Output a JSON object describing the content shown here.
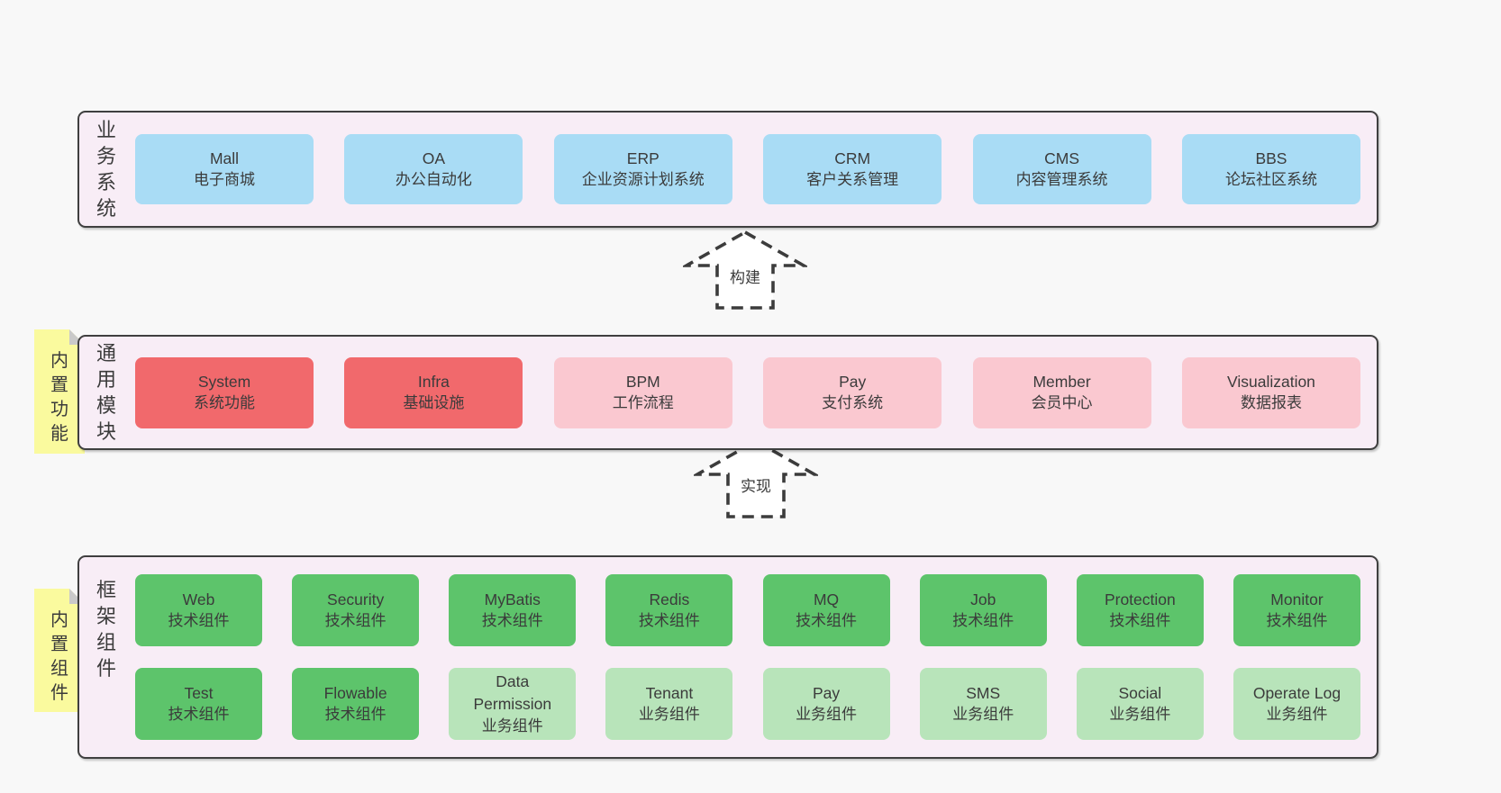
{
  "arrows": [
    {
      "label": "构建"
    },
    {
      "label": "实现"
    }
  ],
  "layers": [
    {
      "name": "business-systems",
      "side_label": "业务系统",
      "rows": [
        [
          {
            "title": "Mall",
            "subtitle": "电子商城",
            "variant": "blue"
          },
          {
            "title": "OA",
            "subtitle": "办公自动化",
            "variant": "blue"
          },
          {
            "title": "ERP",
            "subtitle": "企业资源计划系统",
            "variant": "blue"
          },
          {
            "title": "CRM",
            "subtitle": "客户关系管理",
            "variant": "blue"
          },
          {
            "title": "CMS",
            "subtitle": "内容管理系统",
            "variant": "blue"
          },
          {
            "title": "BBS",
            "subtitle": "论坛社区系统",
            "variant": "blue"
          }
        ]
      ]
    },
    {
      "name": "common-modules",
      "side_label": "通用模块",
      "tab_label": "内置功能",
      "rows": [
        [
          {
            "title": "System",
            "subtitle": "系统功能",
            "variant": "red"
          },
          {
            "title": "Infra",
            "subtitle": "基础设施",
            "variant": "red"
          },
          {
            "title": "BPM",
            "subtitle": "工作流程",
            "variant": "pink"
          },
          {
            "title": "Pay",
            "subtitle": "支付系统",
            "variant": "pink"
          },
          {
            "title": "Member",
            "subtitle": "会员中心",
            "variant": "pink"
          },
          {
            "title": "Visualization",
            "subtitle": "数据报表",
            "variant": "pink"
          }
        ]
      ]
    },
    {
      "name": "framework-components",
      "side_label": "框架组件",
      "tab_label": "内置组件",
      "rows": [
        [
          {
            "title": "Web",
            "subtitle": "技术组件",
            "variant": "green"
          },
          {
            "title": "Security",
            "subtitle": "技术组件",
            "variant": "green"
          },
          {
            "title": "MyBatis",
            "subtitle": "技术组件",
            "variant": "green"
          },
          {
            "title": "Redis",
            "subtitle": "技术组件",
            "variant": "green"
          },
          {
            "title": "MQ",
            "subtitle": "技术组件",
            "variant": "green"
          },
          {
            "title": "Job",
            "subtitle": "技术组件",
            "variant": "green"
          },
          {
            "title": "Protection",
            "subtitle": "技术组件",
            "variant": "green"
          },
          {
            "title": "Monitor",
            "subtitle": "技术组件",
            "variant": "green"
          }
        ],
        [
          {
            "title": "Test",
            "subtitle": "技术组件",
            "variant": "green"
          },
          {
            "title": "Flowable",
            "subtitle": "技术组件",
            "variant": "green"
          },
          {
            "title": "Data Permission",
            "subtitle": "业务组件",
            "variant": "green_light"
          },
          {
            "title": "Tenant",
            "subtitle": "业务组件",
            "variant": "green_light"
          },
          {
            "title": "Pay",
            "subtitle": "业务组件",
            "variant": "green_light"
          },
          {
            "title": "SMS",
            "subtitle": "业务组件",
            "variant": "green_light"
          },
          {
            "title": "Social",
            "subtitle": "业务组件",
            "variant": "green_light"
          },
          {
            "title": "Operate Log",
            "subtitle": "业务组件",
            "variant": "green_light"
          }
        ]
      ]
    }
  ],
  "colors": {
    "blue": "#a9dcf5",
    "red": "#f1696c",
    "pink": "#fac8d0",
    "green": "#5dc46b",
    "green_light": "#b8e4ba",
    "layer_bg": "#f8edf6",
    "layer_border": "#3f3f3f",
    "tab_bg": "#fafa9e",
    "tab_fold": "#c9c9c9",
    "text": "#3b3b3b",
    "canvas_bg": "#f8f8f8",
    "arrow_fill": "#ffffff"
  }
}
